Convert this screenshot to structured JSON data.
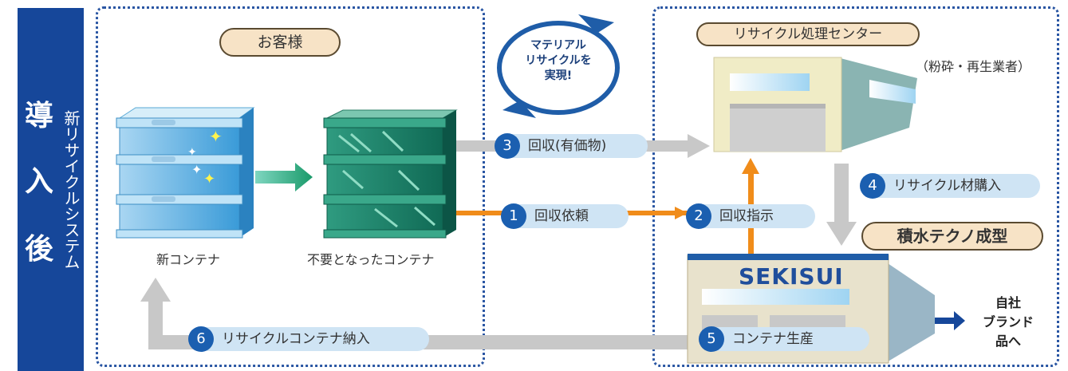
{
  "sidebar": {
    "main_chars": [
      "導",
      "入",
      "後"
    ],
    "sub": "新リサイクルシステム"
  },
  "customer": {
    "title": "お客様",
    "new_container": "新コンテナ",
    "unneeded_container": "不要となったコンテナ"
  },
  "loop": {
    "text": "マテリアル\nリサイクルを\n実現!"
  },
  "center": {
    "title": "リサイクル処理センター",
    "note": "（粉砕・再生業者）"
  },
  "steps": [
    {
      "num": "1",
      "label": "回収依頼"
    },
    {
      "num": "2",
      "label": "回収指示"
    },
    {
      "num": "3",
      "label": "回収(有価物)"
    },
    {
      "num": "4",
      "label": "リサイクル材購入"
    },
    {
      "num": "5",
      "label": "コンテナ生産"
    },
    {
      "num": "6",
      "label": "リサイクルコンテナ納入"
    }
  ],
  "manufacturer": {
    "name": "積水テクノ成型",
    "logo": "SEKISUI"
  },
  "own_brand": "自社\nブランド\n品へ",
  "colors": {
    "navy": "#16479a",
    "orange": "#f08c1a",
    "gray_arrow": "#c8c8c8",
    "step_bg": "#cfe4f4",
    "pill_bg": "#f7e3c6"
  }
}
